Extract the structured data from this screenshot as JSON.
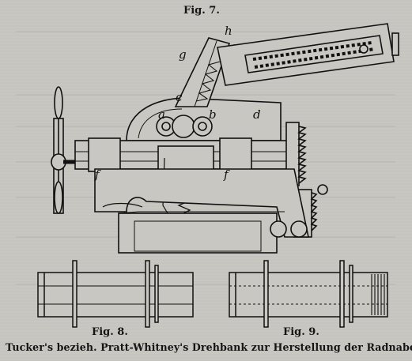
{
  "figures": {
    "fig7_title": "Fig. 7.",
    "fig8_title": "Fig. 8.",
    "fig9_title": "Fig. 9."
  },
  "caption": "Tucker's bezieh. Pratt-Whitney's Drehbank zur Herstellung der Radnaben.",
  "part_labels": [
    "a",
    "b",
    "c",
    "d",
    "f",
    "f",
    "g",
    "h"
  ],
  "colors": {
    "paper": "#c9c7c1",
    "ink": "#141414"
  }
}
